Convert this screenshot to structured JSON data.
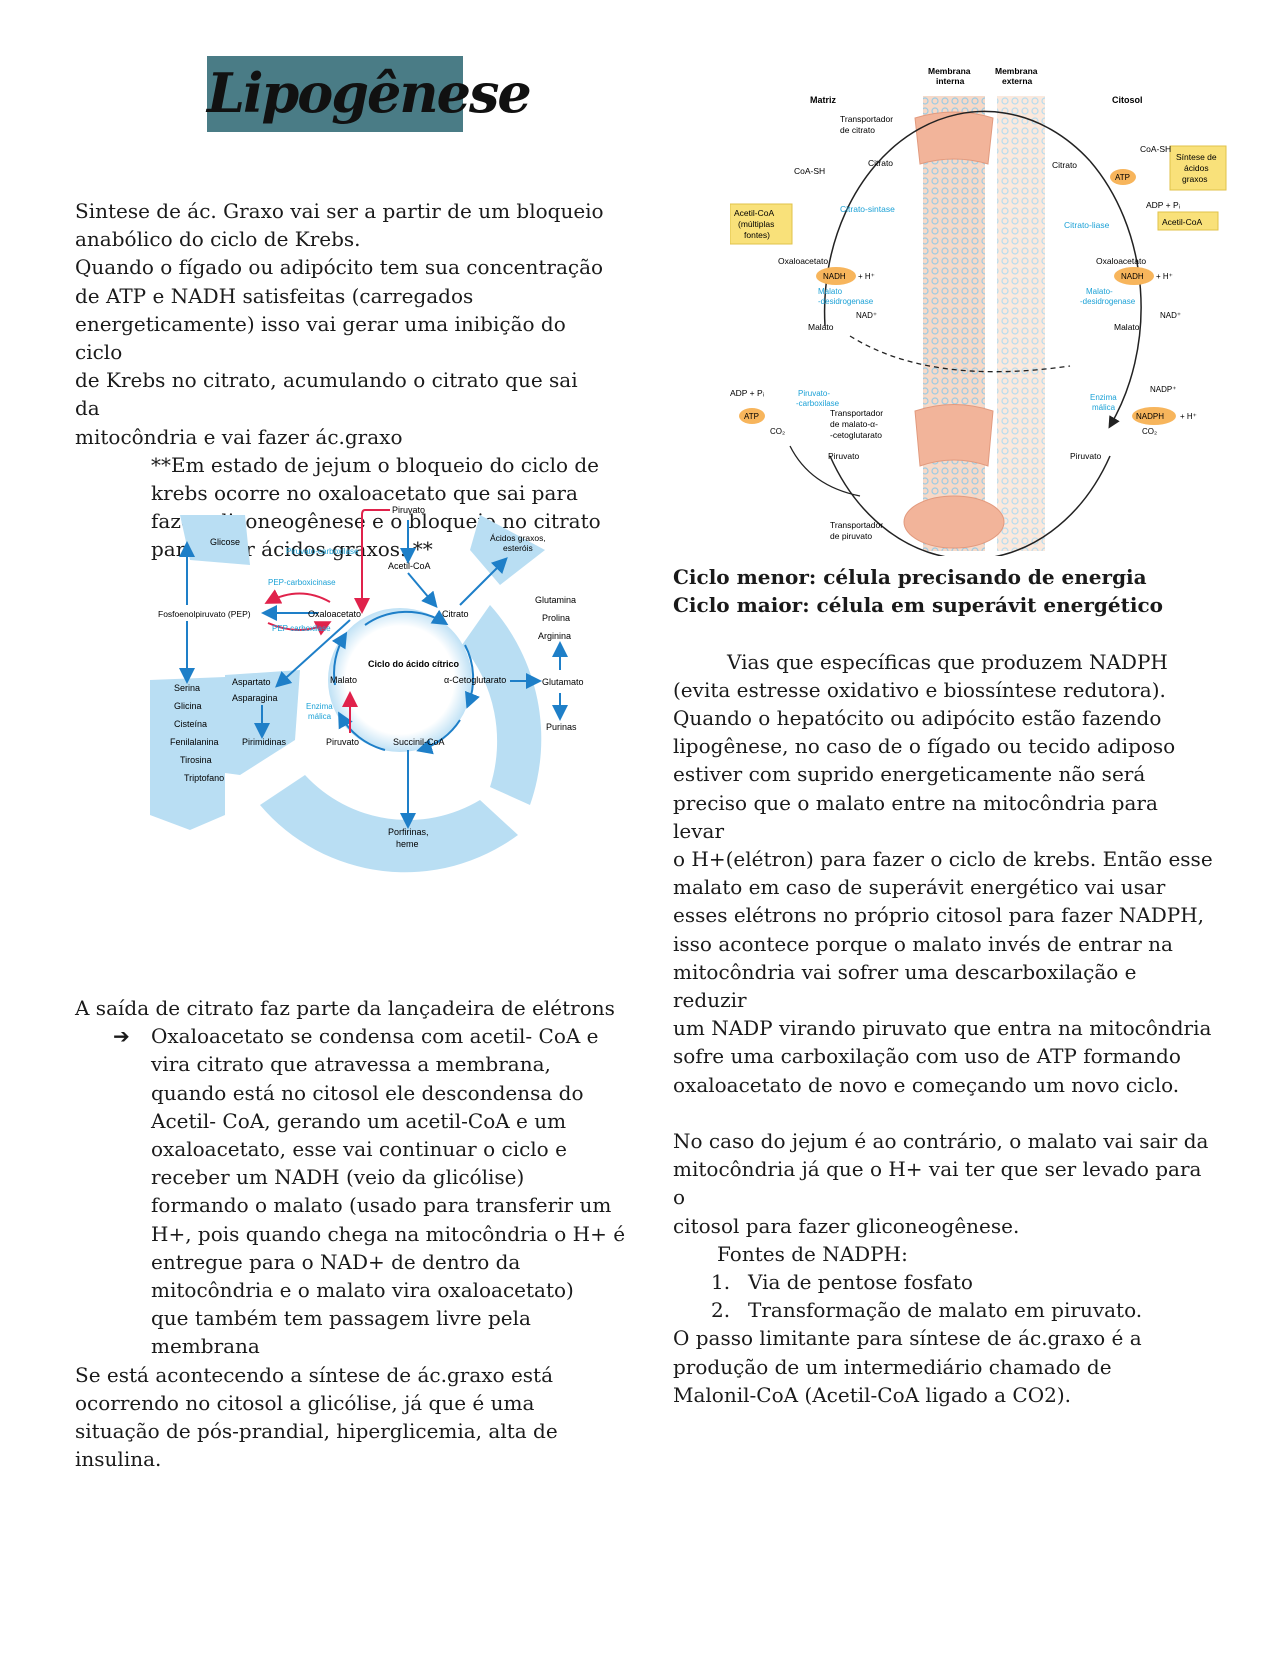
{
  "title": "Lipogênese",
  "left": {
    "intro_lines": [
      "Sintese de ác. Graxo vai ser a partir de um bloqueio",
      "anabólico do ciclo de Krebs.",
      "Quando o fígado ou adipócito tem sua concentração",
      "de ATP e NADH satisfeitas (carregados",
      "energeticamente) isso vai gerar uma inibição do ciclo",
      "de Krebs no citrato, acumulando o citrato que sai da",
      "mitocôndria e vai fazer ác.graxo"
    ],
    "note_lines": [
      "**Em estado de jejum o bloqueio do ciclo de",
      "krebs ocorre no oxaloacetato que sai para",
      "fazer gliconeogênese e o bloqueio no citrato",
      "para fazer ácidos graxos. **"
    ],
    "shuttle_title": "A saída de citrato faz parte da lançadeira de elétrons",
    "bullet_symbol": "➔",
    "bullet_lines": [
      "Oxaloacetato se condensa com acetil- CoA  e",
      "vira citrato que atravessa a membrana,",
      "quando está no citosol ele descondensa do",
      "Acetil- CoA, gerando um acetil-CoA e um",
      "oxaloacetato, esse vai continuar o ciclo e",
      "receber um NADH (veio da glicólise)",
      "formando o malato (usado para transferir um",
      "H+, pois quando chega na mitocôndria o H+ é",
      "entregue para o NAD+ de dentro da",
      "mitocôndria e o malato vira oxaloacetato)",
      "que também tem passagem livre pela",
      "membrana"
    ],
    "closing_lines": [
      "Se está acontecendo a síntese de ác.graxo está",
      "ocorrendo no citosol a glicólise, já que é uma",
      "situação de pós-prandial, hiperglicemia, alta de",
      "insulina."
    ]
  },
  "right": {
    "cycle_small": "Ciclo menor: célula precisando de energia",
    "cycle_big": "Ciclo maior: célula em superávit energético",
    "nadph_lines": [
      "Vias que específicas que produzem NADPH",
      "(evita estresse oxidativo e biossíntese redutora).",
      "Quando o hepatócito ou adipócito estão fazendo",
      "lipogênese, no caso de o fígado ou tecido adiposo",
      "estiver com suprido energeticamente não será",
      "preciso que o malato entre na mitocôndria para levar",
      "o H+(elétron) para fazer o ciclo de krebs. Então esse",
      "malato em caso de superávit energético vai usar",
      "esses elétrons no próprio citosol para fazer NADPH,",
      "isso acontece porque o malato invés de entrar na",
      "mitocôndria vai sofrer uma descarboxilação e reduzir",
      "um NADP virando piruvato que entra na mitocôndria",
      "sofre uma carboxilação com uso de ATP formando",
      "oxaloacetato de novo e começando um novo ciclo."
    ],
    "fasting_lines": [
      "No caso do jejum é ao contrário, o malato vai sair da",
      "mitocôndria já que o H+ vai ter que ser levado para o",
      "citosol para fazer gliconeogênese."
    ],
    "sources_title": "Fontes de NADPH:",
    "sources": [
      {
        "n": "1.",
        "text": "Via de pentose fosfato"
      },
      {
        "n": "2.",
        "text": "Transformação de malato em piruvato."
      }
    ],
    "limit_lines": [
      "O passo limitante para síntese de ác.graxo é a",
      "produção de um intermediário chamado de",
      "Malonil-CoA (Acetil-CoA ligado a CO2)."
    ]
  },
  "fig_krebs": {
    "center": "Ciclo do ácido cítrico",
    "labels": {
      "glicose": "Glicose",
      "piruvato_top": "Piruvato",
      "piruvato_carboxilase": "Piruvato-carboxilase",
      "acetil_coa": "Acetil-CoA",
      "acidos_graxos": "Ácidos graxos,",
      "esterois": "esteróis",
      "pep_carboxicinase": "PEP-carboxicinase",
      "fosfoenol": "Fosfoenolpiruvato (PEP)",
      "oxaloacetato": "Oxaloacetato",
      "citrato": "Citrato",
      "pep_carboxilase": "PEP carboxilase",
      "glutamina": "Glutamina",
      "prolina": "Prolina",
      "arginina": "Arginina",
      "aspartato": "Aspartato",
      "asparagina": "Asparagina",
      "malato": "Malato",
      "cetoglutarato": "α-Cetoglutarato",
      "glutamato": "Glutamato",
      "enzima": "Enzima",
      "malica": "málica",
      "pirimidinas": "Pirimidinas",
      "piruvato_bottom": "Piruvato",
      "succinil": "Succinil-CoA",
      "purinas": "Purinas",
      "porfirinas": "Porfirinas,",
      "heme": "heme"
    },
    "amino": [
      "Serina",
      "Glicina",
      "Cisteína",
      "Fenilalanina",
      "Tirosina",
      "Triptofano"
    ]
  },
  "fig_membrane": {
    "labels": {
      "membrana_interna_1": "Membrana",
      "membrana_interna_2": "interna",
      "membrana_externa_1": "Membrana",
      "membrana_externa_2": "externa",
      "matriz": "Matriz",
      "citosol": "Citosol",
      "transp_citrato_1": "Transportador",
      "transp_citrato_2": "de citrato",
      "coa_sh_left": "CoA-SH",
      "citrato_left": "Citrato",
      "citrato_right": "Citrato",
      "coa_sh_right": "CoA-SH",
      "sintese_1": "Síntese de",
      "sintese_2": "ácidos",
      "sintese_3": "graxos",
      "atp_top": "ATP",
      "adp_pi_top": "ADP + Pᵢ",
      "acetil_left_1": "Acetil-CoA",
      "acetil_left_2": "(múltiplas",
      "acetil_left_3": "fontes)",
      "citrato_sintase": "Citrato-sintase",
      "citrato_liase": "Citrato-liase",
      "acetil_right": "Acetil-CoA",
      "oxalo_left": "Oxaloacetato",
      "oxalo_right": "Oxaloacetato",
      "nadh_left": "NADH",
      "h_plus_left": "+ H⁺",
      "nadh_right": "NADH",
      "h_plus_right": "+ H⁺",
      "malato_desid_left_1": "Malato",
      "malato_desid_left_2": "-desidrogenase",
      "malato_desid_right_1": "Malato-",
      "malato_desid_right_2": "-desidrogenase",
      "nad_left": "NAD⁺",
      "nad_right": "NAD⁺",
      "malato_left": "Malato",
      "malato_right": "Malato",
      "adp_pi_left": "ADP + Pᵢ",
      "piruvato_carbox_1": "Piruvato-",
      "piruvato_carbox_2": "-carboxilase",
      "nadp": "NADP⁺",
      "enzima_malica_1": "Enzima",
      "enzima_malica_2": "málica",
      "atp_left": "ATP",
      "co2_left": "CO₂",
      "transp_malato_1": "Transportador",
      "transp_malato_2": "de malato-α-",
      "transp_malato_3": "-cetoglutarato",
      "nadph": "NADPH",
      "h_plus_nadph": "+ H⁺",
      "co2_right": "CO₂",
      "piruvato_left": "Piruvato",
      "piruvato_right": "Piruvato",
      "transp_piruvato_1": "Transportador",
      "transp_piruvato_2": "de piruvato"
    }
  },
  "colors": {
    "title_bg": "#4a7c86",
    "diagram_blue": "#b9def3",
    "arrow_blue": "#1e7fc8",
    "arrow_red": "#e0224b",
    "enzyme_cyan": "#1ba1d6",
    "membrane_orange": "#f2b49a",
    "membrane_blue": "#9ccbe3",
    "yellow_box": "#f9e17a",
    "orange_oval": "#f7b55c"
  }
}
